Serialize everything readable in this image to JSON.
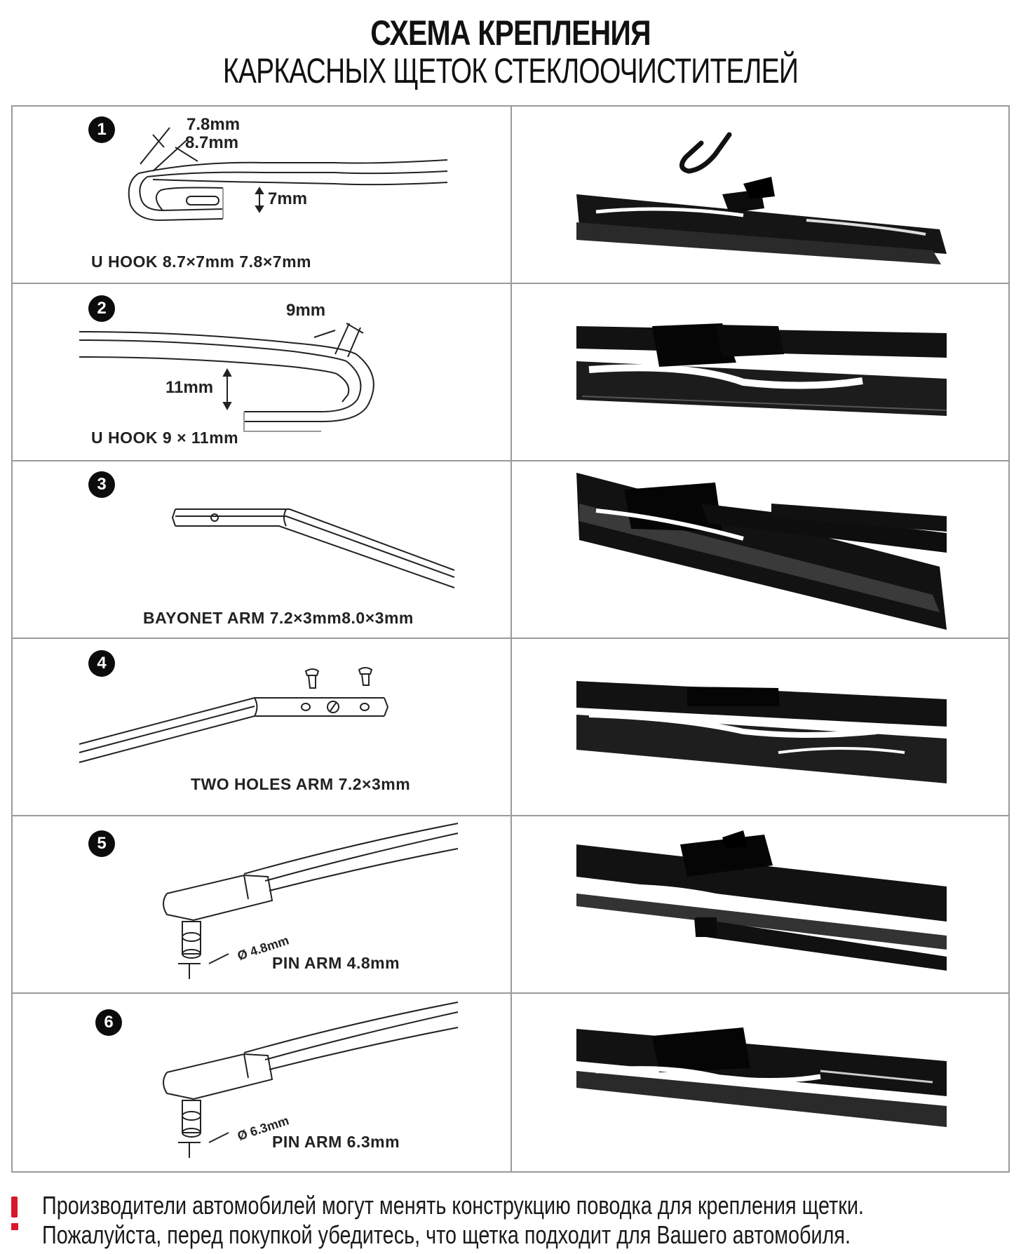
{
  "header": {
    "title": "СХЕМА КРЕПЛЕНИЯ",
    "subtitle": "КАРКАСНЫХ ЩЕТОК СТЕКЛООЧИСТИТЕЛЕЙ"
  },
  "rows": [
    {
      "number": "1",
      "caption": "U HOOK 8.7×7mm  7.8×7mm",
      "dims": [
        "7.8mm",
        "8.7mm",
        "7mm"
      ]
    },
    {
      "number": "2",
      "caption": "U HOOK 9 × 11mm",
      "dims": [
        "9mm",
        "11mm"
      ]
    },
    {
      "number": "3",
      "caption": "BAYONET ARM 7.2×3mm8.0×3mm",
      "dims": []
    },
    {
      "number": "4",
      "caption": "TWO HOLES  ARM 7.2×3mm",
      "dims": []
    },
    {
      "number": "5",
      "caption": "PIN ARM 4.8mm",
      "dims": [
        "Ø 4.8mm"
      ]
    },
    {
      "number": "6",
      "caption": "PIN ARM 6.3mm",
      "dims": [
        "Ø 6.3mm"
      ]
    }
  ],
  "footer": {
    "icon": "exclamation-icon",
    "accent_color": "#d9162b",
    "line1": "Производители автомобилей могут менять конструкцию поводка для крепления щетки.",
    "line2": "Пожалуйста, перед покупкой убедитесь, что щетка подходит для Вашего автомобиля."
  }
}
